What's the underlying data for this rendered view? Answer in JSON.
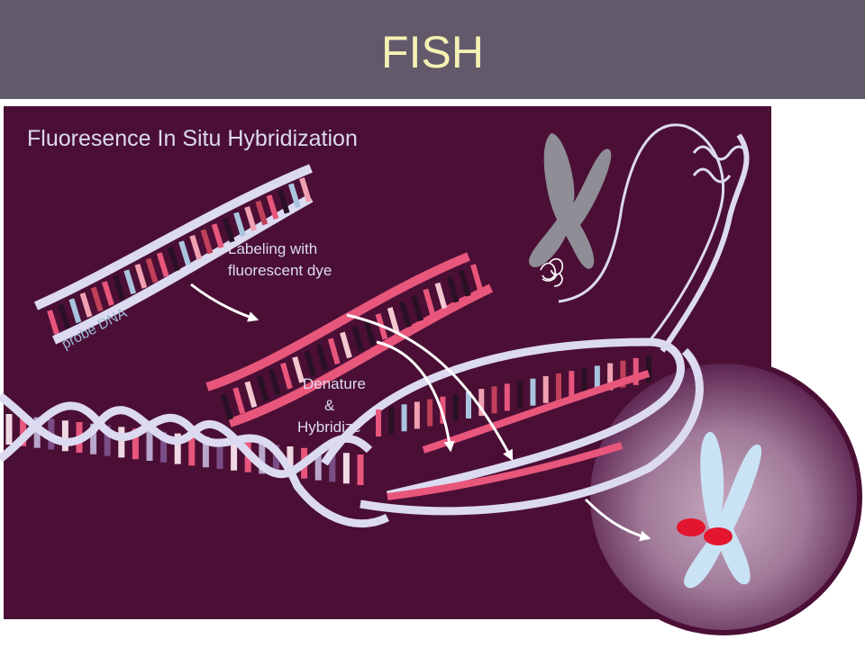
{
  "slide": {
    "title": "FISH"
  },
  "diagram": {
    "heading": "Fluoresence In Situ Hybridization",
    "labels": {
      "probe": "probe DNA",
      "labeling_line1": "Labeling with",
      "labeling_line2": "fluorescent dye",
      "denature_line1": "Denature",
      "denature_line2": "&",
      "denature_line3": "Hybridize"
    },
    "icons": {
      "probe": "double-helix-probe-icon",
      "labeled": "labeled-probe-icon",
      "chromosome": "chromosome-icon",
      "nucleus": "cell-nucleus-icon"
    },
    "colors": {
      "background": "#4b0f35",
      "title_bar": "#625a6b",
      "title_text": "#f4f1b3",
      "backbone": "#dcdaf0",
      "probe_pink": "#e8567c",
      "signal_red": "#e4162f",
      "chromosome_gray": "#8f8d96",
      "chromosome_blue": "#c9e3f5"
    }
  }
}
